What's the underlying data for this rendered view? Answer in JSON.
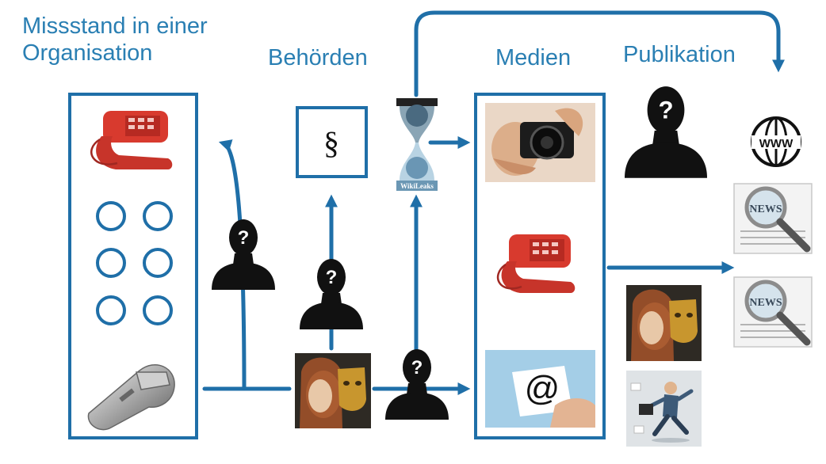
{
  "labels": {
    "organisation": "Missstand in einer\nOrganisation",
    "behoerden": "Behörden",
    "medien": "Medien",
    "publikation": "Publikation"
  },
  "icons": {
    "paragraph_symbol": "§",
    "wikileaks_caption": "WikiLeaks",
    "www_text": "WWW",
    "news_text": "NEWS",
    "email_symbol": "@",
    "unknown_person_mark": "?"
  },
  "colors": {
    "accent": "#1f6fa8",
    "label": "#2a7fb3",
    "silhouette": "#111111",
    "phone_red": "#d83a2e"
  }
}
